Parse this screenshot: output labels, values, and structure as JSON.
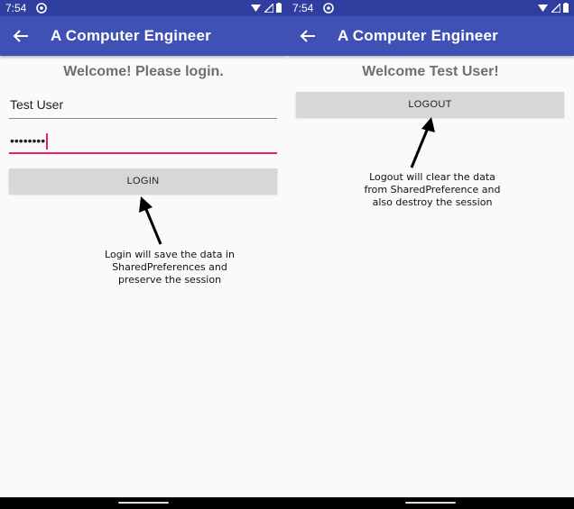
{
  "screens": [
    {
      "status_time": "7:54",
      "app_title": "A Computer Engineer",
      "welcome": "Welcome! Please login.",
      "username_value": "Test User",
      "password_value": "••••••••",
      "button_label": "LOGIN",
      "annotation": [
        "Login will save the data in",
        "SharedPreferences and",
        "preserve the session"
      ]
    },
    {
      "status_time": "7:54",
      "app_title": "A Computer Engineer",
      "welcome": "Welcome Test User!",
      "button_label": "LOGOUT",
      "annotation": [
        "Logout will clear the data",
        "from SharedPreference and",
        "also destroy the session"
      ]
    }
  ],
  "colors": {
    "status_bar": "#303f9f",
    "app_bar": "#3f51b5",
    "accent": "#e91e63",
    "button": "#d6d7d7",
    "background": "#fafafa"
  },
  "icons": {
    "back": "arrow-left-icon",
    "app_status": "settings-circle-icon",
    "wifi": "wifi-icon",
    "signal": "signal-icon",
    "battery": "battery-icon"
  }
}
